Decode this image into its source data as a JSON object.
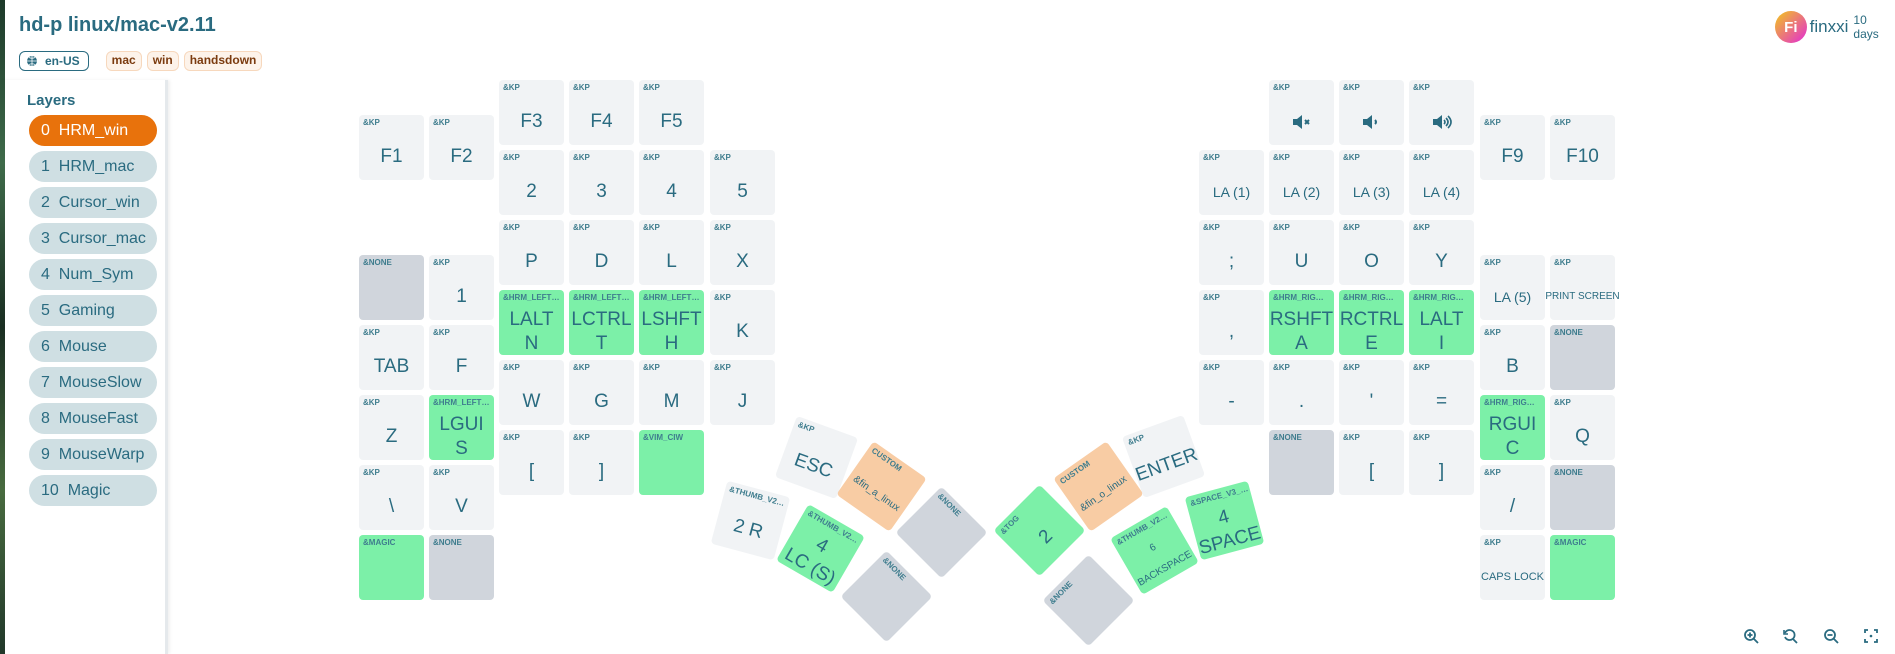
{
  "header": {
    "title": "hd-p linux/mac-v2.11",
    "locale": "en-US",
    "tags": [
      "mac",
      "win",
      "handsdown"
    ]
  },
  "user": {
    "initials": "Fi",
    "name": "finxxi",
    "updated": "10 days"
  },
  "sidebar": {
    "heading": "Layers",
    "layers": [
      {
        "index": "0",
        "name": "HRM_win",
        "active": true
      },
      {
        "index": "1",
        "name": "HRM_mac"
      },
      {
        "index": "2",
        "name": "Cursor_win"
      },
      {
        "index": "3",
        "name": "Cursor_mac"
      },
      {
        "index": "4",
        "name": "Num_Sym"
      },
      {
        "index": "5",
        "name": "Gaming"
      },
      {
        "index": "6",
        "name": "Mouse"
      },
      {
        "index": "7",
        "name": "MouseSlow"
      },
      {
        "index": "8",
        "name": "MouseFast"
      },
      {
        "index": "9",
        "name": "MouseWarp"
      },
      {
        "index": "10",
        "name": "Magic"
      }
    ]
  },
  "keys": [
    {
      "b": "&KP",
      "l": [
        "F1"
      ]
    },
    {
      "b": "&NONE",
      "l": [],
      "t": "none"
    },
    {
      "b": "&KP",
      "l": [
        "TAB"
      ]
    },
    {
      "b": "&KP",
      "l": [
        "Z"
      ]
    },
    {
      "b": "&KP",
      "l": [
        "\\"
      ]
    },
    {
      "b": "&MAGIC",
      "l": [],
      "t": "green"
    },
    {
      "b": "&KP",
      "l": [
        "F2"
      ]
    },
    {
      "b": "&KP",
      "l": [
        "1"
      ]
    },
    {
      "b": "&KP",
      "l": [
        "F"
      ]
    },
    {
      "b": "&HRM_LEFT…",
      "l": [
        "LGUI",
        "S"
      ],
      "t": "green"
    },
    {
      "b": "&KP",
      "l": [
        "V"
      ]
    },
    {
      "b": "&NONE",
      "l": [],
      "t": "none"
    },
    {
      "b": "&KP",
      "l": [
        "F3"
      ]
    },
    {
      "b": "&KP",
      "l": [
        "2"
      ]
    },
    {
      "b": "&KP",
      "l": [
        "P"
      ]
    },
    {
      "b": "&HRM_LEFT…",
      "l": [
        "LALT",
        "N"
      ],
      "t": "green"
    },
    {
      "b": "&KP",
      "l": [
        "W"
      ]
    },
    {
      "b": "&KP",
      "l": [
        "["
      ]
    },
    {
      "b": "&KP",
      "l": [
        "F4"
      ]
    },
    {
      "b": "&KP",
      "l": [
        "3"
      ]
    },
    {
      "b": "&KP",
      "l": [
        "D"
      ]
    },
    {
      "b": "&HRM_LEFT…",
      "l": [
        "LCTRL",
        "T"
      ],
      "t": "green"
    },
    {
      "b": "&KP",
      "l": [
        "G"
      ]
    },
    {
      "b": "&KP",
      "l": [
        "]"
      ]
    },
    {
      "b": "&KP",
      "l": [
        "F5"
      ]
    },
    {
      "b": "&KP",
      "l": [
        "4"
      ]
    },
    {
      "b": "&KP",
      "l": [
        "L"
      ]
    },
    {
      "b": "&HRM_LEFT…",
      "l": [
        "LSHFT",
        "H"
      ],
      "t": "green"
    },
    {
      "b": "&KP",
      "l": [
        "M"
      ]
    },
    {
      "b": "&VIM_CIW",
      "l": [],
      "t": "green"
    },
    {
      "b": "&KP",
      "l": [
        "5"
      ]
    },
    {
      "b": "&KP",
      "l": [
        "X"
      ]
    },
    {
      "b": "&KP",
      "l": [
        "K"
      ]
    },
    {
      "b": "&KP",
      "l": [
        "J"
      ]
    },
    {
      "b": "&KP",
      "l": [
        "LA (1)"
      ],
      "s": "small"
    },
    {
      "b": "&KP",
      "l": [
        ";"
      ]
    },
    {
      "b": "&KP",
      "l": [
        ","
      ]
    },
    {
      "b": "&KP",
      "l": [
        "-"
      ]
    },
    {
      "b": "&KP",
      "l": [],
      "icon": "volume-mute-icon"
    },
    {
      "b": "&KP",
      "l": [
        "LA (2)"
      ],
      "s": "small"
    },
    {
      "b": "&KP",
      "l": [
        "U"
      ]
    },
    {
      "b": "&HRM_RIG…",
      "l": [
        "RSHFT",
        "A"
      ],
      "t": "green"
    },
    {
      "b": "&KP",
      "l": [
        "."
      ]
    },
    {
      "b": "&NONE",
      "l": [],
      "t": "none"
    },
    {
      "b": "&KP",
      "l": [],
      "icon": "volume-down-icon"
    },
    {
      "b": "&KP",
      "l": [
        "LA (3)"
      ],
      "s": "small"
    },
    {
      "b": "&KP",
      "l": [
        "O"
      ]
    },
    {
      "b": "&HRM_RIG…",
      "l": [
        "RCTRL",
        "E"
      ],
      "t": "green"
    },
    {
      "b": "&KP",
      "l": [
        "'"
      ]
    },
    {
      "b": "&KP",
      "l": [
        "["
      ]
    },
    {
      "b": "&KP",
      "l": [],
      "icon": "volume-up-icon"
    },
    {
      "b": "&KP",
      "l": [
        "LA (4)"
      ],
      "s": "small"
    },
    {
      "b": "&KP",
      "l": [
        "Y"
      ]
    },
    {
      "b": "&HRM_RIG…",
      "l": [
        "LALT",
        "I"
      ],
      "t": "green"
    },
    {
      "b": "&KP",
      "l": [
        "="
      ]
    },
    {
      "b": "&KP",
      "l": [
        "]"
      ]
    },
    {
      "b": "&KP",
      "l": [
        "F9"
      ]
    },
    {
      "b": "&KP",
      "l": [
        "LA (5)"
      ],
      "s": "small"
    },
    {
      "b": "&KP",
      "l": [
        "B"
      ]
    },
    {
      "b": "&HRM_RIG…",
      "l": [
        "RGUI",
        "C"
      ],
      "t": "green"
    },
    {
      "b": "&KP",
      "l": [
        "/"
      ]
    },
    {
      "b": "&KP",
      "l": [
        "CAPS LOCK"
      ],
      "s": "xs"
    },
    {
      "b": "&KP",
      "l": [
        "F10"
      ]
    },
    {
      "b": "&KP",
      "l": [
        "PRINT SCREEN"
      ],
      "s": "tiny"
    },
    {
      "b": "&NONE",
      "l": [],
      "t": "none"
    },
    {
      "b": "&KP",
      "l": [
        "Q"
      ]
    },
    {
      "b": "&NONE",
      "l": [],
      "t": "none"
    },
    {
      "b": "&MAGIC",
      "l": [],
      "t": "green"
    },
    {
      "b": "&KP",
      "l": [
        "ESC"
      ]
    },
    {
      "b": "CUSTOM",
      "l": [
        "&fin_a_linux"
      ],
      "s": "tiny",
      "t": "orange"
    },
    {
      "b": "&NONE",
      "l": [],
      "t": "none"
    },
    {
      "b": "&THUMB_V2…",
      "l": [
        "2   R"
      ]
    },
    {
      "b": "&THUMB_V2…",
      "l": [
        "4",
        "LC (S)"
      ],
      "t": "green"
    },
    {
      "b": "&NONE",
      "l": [],
      "t": "none"
    },
    {
      "b": "&KP",
      "l": [
        "ENTER"
      ]
    },
    {
      "b": "CUSTOM",
      "l": [
        "&fin_o_linux"
      ],
      "s": "tiny",
      "t": "orange"
    },
    {
      "b": "&TOG",
      "l": [
        "2"
      ],
      "t": "green"
    },
    {
      "b": "&THUMB_V2…",
      "l": [
        "6",
        "BACKSPACE"
      ],
      "s": "tiny",
      "t": "green"
    },
    {
      "b": "&SPACE_V3_…",
      "l": [
        "4",
        "SPACE"
      ],
      "t": "green"
    },
    {
      "b": "&NONE",
      "l": [],
      "t": "none"
    }
  ],
  "controls": [
    {
      "icon": "zoom-in-icon"
    },
    {
      "icon": "reset-view-icon"
    },
    {
      "icon": "zoom-out-icon"
    },
    {
      "icon": "fullscreen-icon"
    }
  ]
}
